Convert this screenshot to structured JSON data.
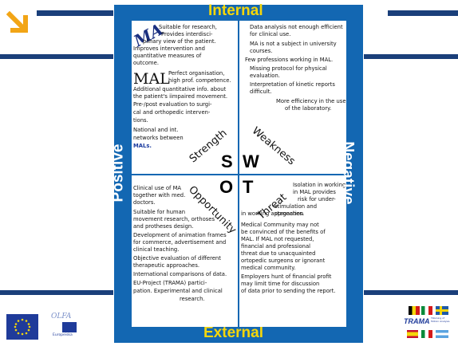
{
  "header": {
    "internal": "Internal",
    "external": "External"
  },
  "sides": {
    "positive": "Positive",
    "negative": "Negative"
  },
  "letters": {
    "s": "S",
    "w": "W",
    "o": "O",
    "t": "T"
  },
  "diagonals": {
    "strength": "Strength",
    "weakness": "Weakness",
    "opportunity": "Opportunity",
    "threat": "Threat"
  },
  "strength": {
    "ma_title": "MA",
    "ma_lines": [
      "Suitable for research,",
      "Provides interdisci-",
      "plinary view of the patient.",
      "Improves intervention and",
      "quantitative measures of",
      "outcome."
    ],
    "mal_title": "MAL",
    "mal_lines": [
      "Perfect organisation,",
      "high prof. competence.",
      "Additional quantitative info. about",
      "the patient's iimpaired movement.",
      "Pre-/post evaluation to surgi-",
      "cal and orthopedic interven-",
      "tions.",
      "National and int.",
      "networks between",
      "MALs."
    ]
  },
  "weakness": {
    "lines": [
      "Data analysis not enough efficient",
      "for clinical use.",
      "MA is not a subject in university",
      "courses.",
      "Few professions working in MAL.",
      "Missing protocol for physical",
      "evaluation.",
      "Interpretation of kinetic reports",
      "difficult.",
      "More efficiency in the use",
      "of the laboratory."
    ]
  },
  "opportunity": {
    "lines": [
      "Clinical use of MA",
      "together with med.",
      "doctors.",
      "Suitable for human",
      "movement research, orthoses",
      "and protheses design.",
      "Development of animation frames",
      "for commerce, advertisement and",
      "clinical teaching.",
      "Objective evaluation of different",
      "therapeutic approaches.",
      "International comparisons of data.",
      "EU-Project (TRAMA) partici-",
      "pation.   Experimental and clinical",
      "research."
    ]
  },
  "threat": {
    "lines": [
      "Isolation in working",
      "in MAL provides",
      "risk for under-",
      "stimulation and stagnation",
      "in working approaches.",
      "Medical Community may not",
      "be convinced of the benefits of",
      "MAL. If MAL not requested,",
      "financial and professional",
      "threat due to unacquainted",
      "ortopedic surgeons or ignorant",
      "medical community.",
      "Employers hunt of financial profit",
      "may limit time for discussion",
      "of data prior to sending the report."
    ]
  },
  "logos": {
    "olfa": "OLFA",
    "europeiska": "Europeiska",
    "trama": "TRAMA",
    "trama_small": "TRAining of Motion Analysis"
  },
  "colors": {
    "frame": "#1367b2",
    "accent": "#f5d60a",
    "stripe": "#1a3f7a",
    "arrow": "#f2a516"
  }
}
